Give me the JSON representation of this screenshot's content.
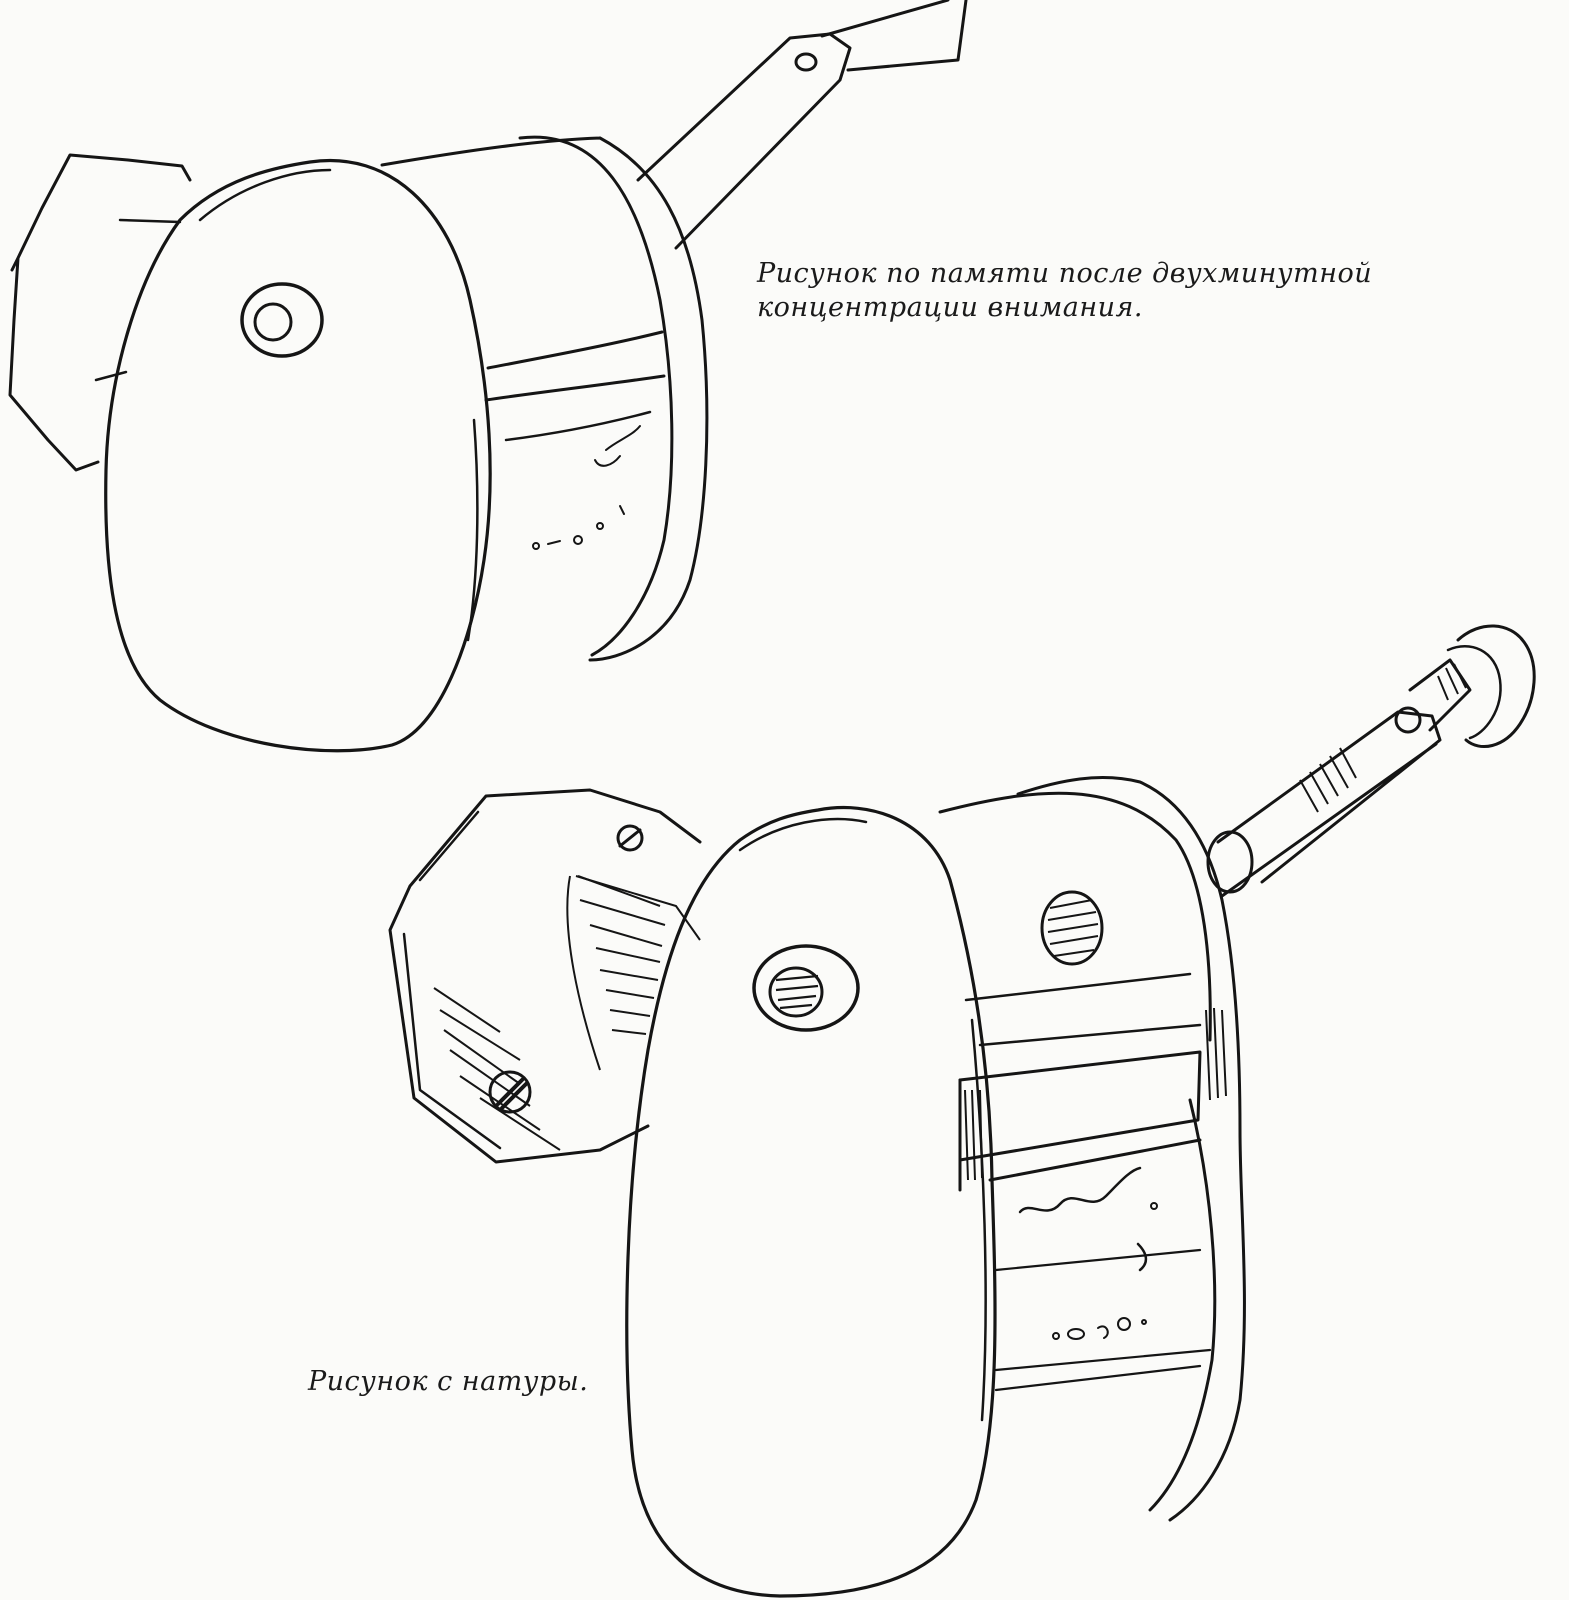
{
  "captions": {
    "memory_line1": "Рисунок по памяти после двухминутной",
    "memory_line2": "концентрации внимания.",
    "life": "Рисунок с натуры."
  },
  "illustration": {
    "subject": "pencil-sharpener",
    "style": "ink-sketch",
    "ink_color": "#151515",
    "paper_color": "#fbfbf9"
  }
}
